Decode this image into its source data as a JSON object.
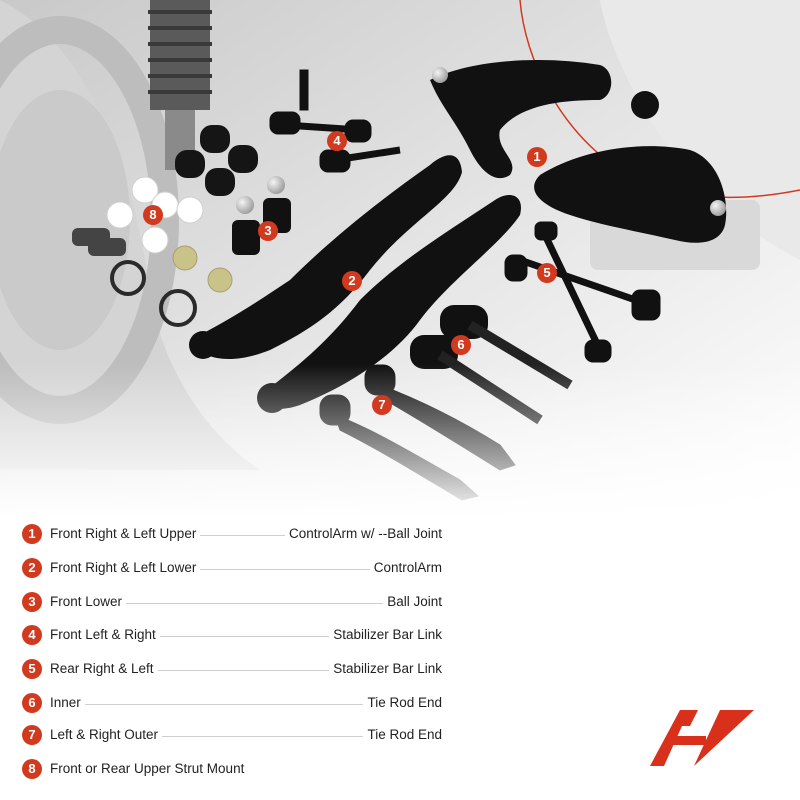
{
  "colors": {
    "badge": "#d23a1f",
    "part": "#111111",
    "background_tone": "#e6e6e6",
    "logo": "#d8301a"
  },
  "legend": [
    {
      "num": "1",
      "left": "Front Right  & Left Upper",
      "right": "ControlArm w/  --Ball Joint"
    },
    {
      "num": "2",
      "left": "Front Right  &  Left Lower",
      "right": "ControlArm"
    },
    {
      "num": "3",
      "left": "Front Lower",
      "right": "Ball Joint"
    },
    {
      "num": "4",
      "left": "Front Left  &  Right",
      "right": "Stabilizer Bar Link"
    },
    {
      "num": "5",
      "left": "Rear Right  & Left",
      "right": "Stabilizer Bar Link"
    },
    {
      "num": "6",
      "left": "Inner",
      "right": "Tie Rod End"
    },
    {
      "num": "7",
      "left": "Left  &  Right Outer",
      "right": "Tie Rod End"
    },
    {
      "num": "8",
      "left": "Front or Rear Upper Strut Mount",
      "right": ""
    }
  ],
  "callouts": [
    "1",
    "2",
    "3",
    "4",
    "5",
    "6",
    "7",
    "8"
  ],
  "icons": {
    "logo": "a-premium-logo-icon"
  }
}
